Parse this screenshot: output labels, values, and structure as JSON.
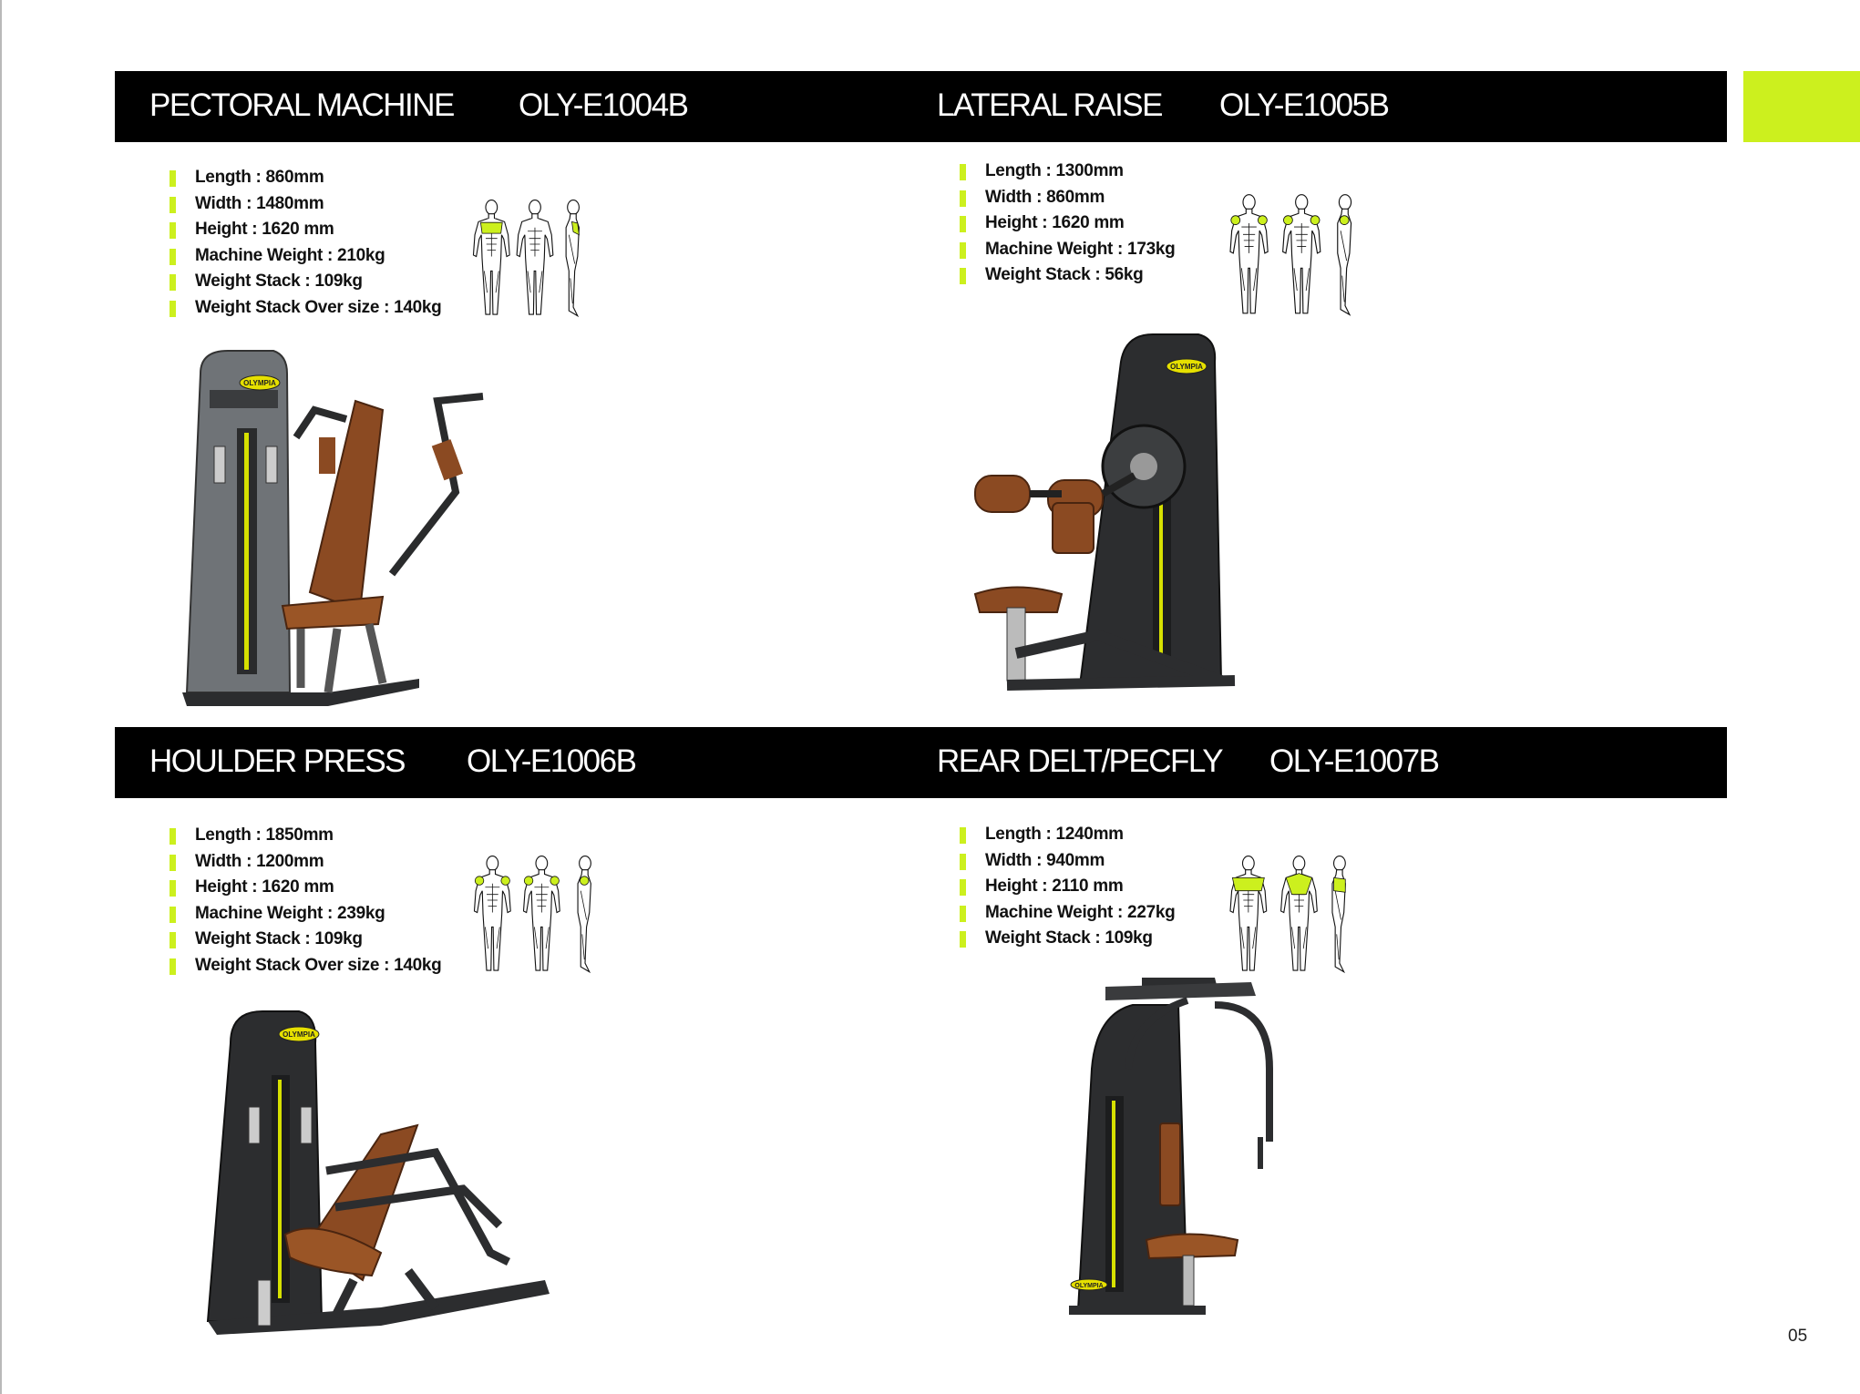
{
  "brand_logo": "OLYMPIA",
  "accent_color": "#ccf01e",
  "page_number": "05",
  "products": [
    {
      "name": "PECTORAL MACHINE",
      "model_prefix": "OLY",
      "model_suffix": "-E1004B",
      "specs": [
        "Length : 860mm",
        "Width : 1480mm",
        "Height : 1620 mm",
        "Machine Weight : 210kg",
        "Weight Stack : 109kg",
        "Weight Stack Over size : 140kg"
      ]
    },
    {
      "name": "LATERAL RAISE",
      "model_prefix": "OLY",
      "model_suffix": "-E1005B",
      "specs": [
        "Length : 1300mm",
        "Width : 860mm",
        "Height : 1620 mm",
        "Machine Weight : 173kg",
        "Weight Stack : 56kg"
      ]
    },
    {
      "name": "HOULDER PRESS",
      "model_prefix": "OLY",
      "model_suffix": "-E1006B",
      "specs": [
        "Length : 1850mm",
        "Width : 1200mm",
        "Height : 1620 mm",
        "Machine Weight : 239kg",
        "Weight Stack : 109kg",
        "Weight Stack Over size : 140kg"
      ]
    },
    {
      "name": "REAR DELT/PECFLY",
      "model_prefix": "OLY",
      "model_suffix": "-E1007B",
      "specs": [
        "Length : 1240mm",
        "Width : 940mm",
        "Height : 2110 mm",
        "Machine Weight : 227kg",
        "Weight Stack : 109kg"
      ]
    }
  ]
}
